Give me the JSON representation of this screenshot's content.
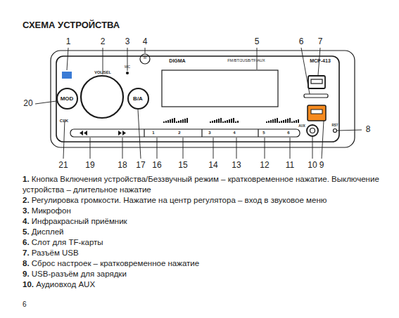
{
  "diagram": {
    "title": "СХЕМА УСТРОЙСТВА",
    "nodes": [
      {
        "text": [
          "MOD"
        ]
      },
      {
        "text": [
          "B/A"
        ]
      }
    ],
    "labels": [
      "1",
      "2",
      "3",
      "4",
      "5",
      "6",
      "7",
      "20",
      "8",
      "21",
      "19",
      "18",
      "17",
      "16",
      "15",
      "14",
      "13",
      "12",
      "11",
      "10",
      "9",
      "VOL/SEL",
      "MIC",
      "IR",
      "DIGMA",
      "FM/BT/2USB/TF/AUX",
      "MCP-413",
      "CLK",
      "AUX",
      "RST",
      "1",
      "2",
      "3",
      "4",
      "5",
      "6",
      "1.",
      "Кнопка Включения устройства/Беззвучный режим – кратковременное нажатие. Выключение устройства – длительное нажатие",
      "2.",
      "Регулировка громкости. Нажатие на центр регулятора – вход в звуковое меню",
      "3.",
      "Микрофон",
      "4.",
      "Инфракрасный приёмник",
      "5.",
      "Дисплей",
      "6.",
      "Слот для TF-карты",
      "7.",
      "Разъём USB",
      "8.",
      "Сброс настроек – кратковременное нажатие",
      "9.",
      "USB-разъём для зарядки",
      "10.",
      "Аудиовход AUX",
      "6"
    ]
  }
}
